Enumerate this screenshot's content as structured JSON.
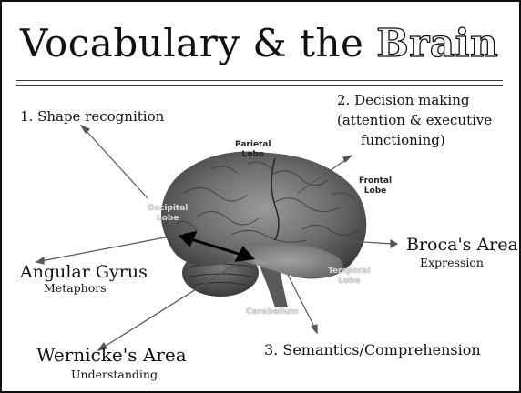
{
  "title": {
    "main": "Vocabulary & the",
    "outlined": "Brain"
  },
  "labels": {
    "shape_recognition": "1. Shape recognition",
    "decision_making_1": "2. Decision making",
    "decision_making_2": "(attention & executive",
    "decision_making_3": "functioning)",
    "angular_gyrus": "Angular Gyrus",
    "metaphors": "Metaphors",
    "brocas_area": "Broca's Area",
    "expression": "Expression",
    "wernickes_area": "Wernicke's Area",
    "understanding": "Understanding",
    "semantics": "3. Semantics/Comprehension"
  },
  "lobes": {
    "parietal_1": "Parietal",
    "parietal_2": "Lobe",
    "frontal_1": "Frontal",
    "frontal_2": "Lobe",
    "occipital_1": "Occipital",
    "occipital_2": "Lobe",
    "temporal_1": "Temporal",
    "temporal_2": "Lobe",
    "cerebellum": "Cerebellum"
  }
}
